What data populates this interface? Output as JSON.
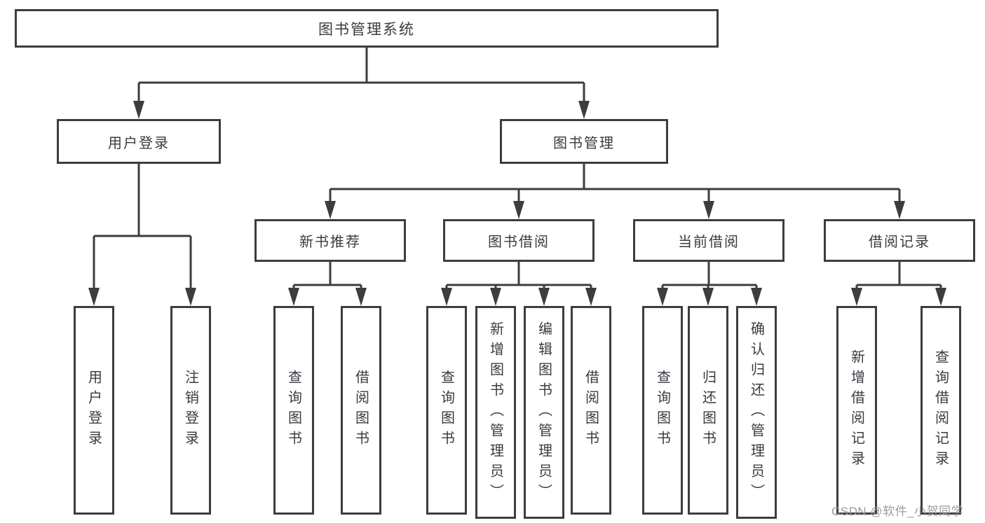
{
  "colors": {
    "line": "#3d3d3d",
    "box_border": "#3d3d3d",
    "box_fill": "#ffffff",
    "text": "#3a3a42",
    "watermark": "#9b9b9b"
  },
  "diagram": {
    "type": "tree-structure-chart",
    "root": {
      "label": "图书管理系统"
    },
    "level2": {
      "user_login": {
        "label": "用户登录"
      },
      "book_management": {
        "label": "图书管理"
      }
    },
    "level3": {
      "new_book_recommend": {
        "label": "新书推荐",
        "parent": "图书管理"
      },
      "book_borrowing": {
        "label": "图书借阅",
        "parent": "图书管理"
      },
      "current_borrowing": {
        "label": "当前借阅",
        "parent": "图书管理"
      },
      "borrowing_records": {
        "label": "借阅记录",
        "parent": "图书管理"
      }
    },
    "leaves": {
      "user_login": {
        "label": "用户登录",
        "parent": "用户登录"
      },
      "logout": {
        "label": "注销登录",
        "parent": "用户登录"
      },
      "query_books_recommend": {
        "label": "查询图书",
        "parent": "新书推荐"
      },
      "borrow_books_recommend": {
        "label": "借阅图书",
        "parent": "新书推荐"
      },
      "query_books_borrowing": {
        "label": "查询图书",
        "parent": "图书借阅"
      },
      "add_books_admin": {
        "label": "新增图书（管理员）",
        "parent": "图书借阅"
      },
      "edit_books_admin": {
        "label": "编辑图书（管理员）",
        "parent": "图书借阅"
      },
      "borrow_books_borrowing": {
        "label": "借阅图书",
        "parent": "图书借阅"
      },
      "query_books_current": {
        "label": "查询图书",
        "parent": "当前借阅"
      },
      "return_books": {
        "label": "归还图书",
        "parent": "当前借阅"
      },
      "confirm_return_admin": {
        "label": "确认归还（管理员）",
        "parent": "当前借阅"
      },
      "add_borrow_record": {
        "label": "新增借阅记录",
        "parent": "借阅记录"
      },
      "query_borrow_record": {
        "label": "查询借阅记录",
        "parent": "借阅记录"
      }
    }
  },
  "watermark": {
    "text": "CSDN @软件_小贺同学"
  }
}
